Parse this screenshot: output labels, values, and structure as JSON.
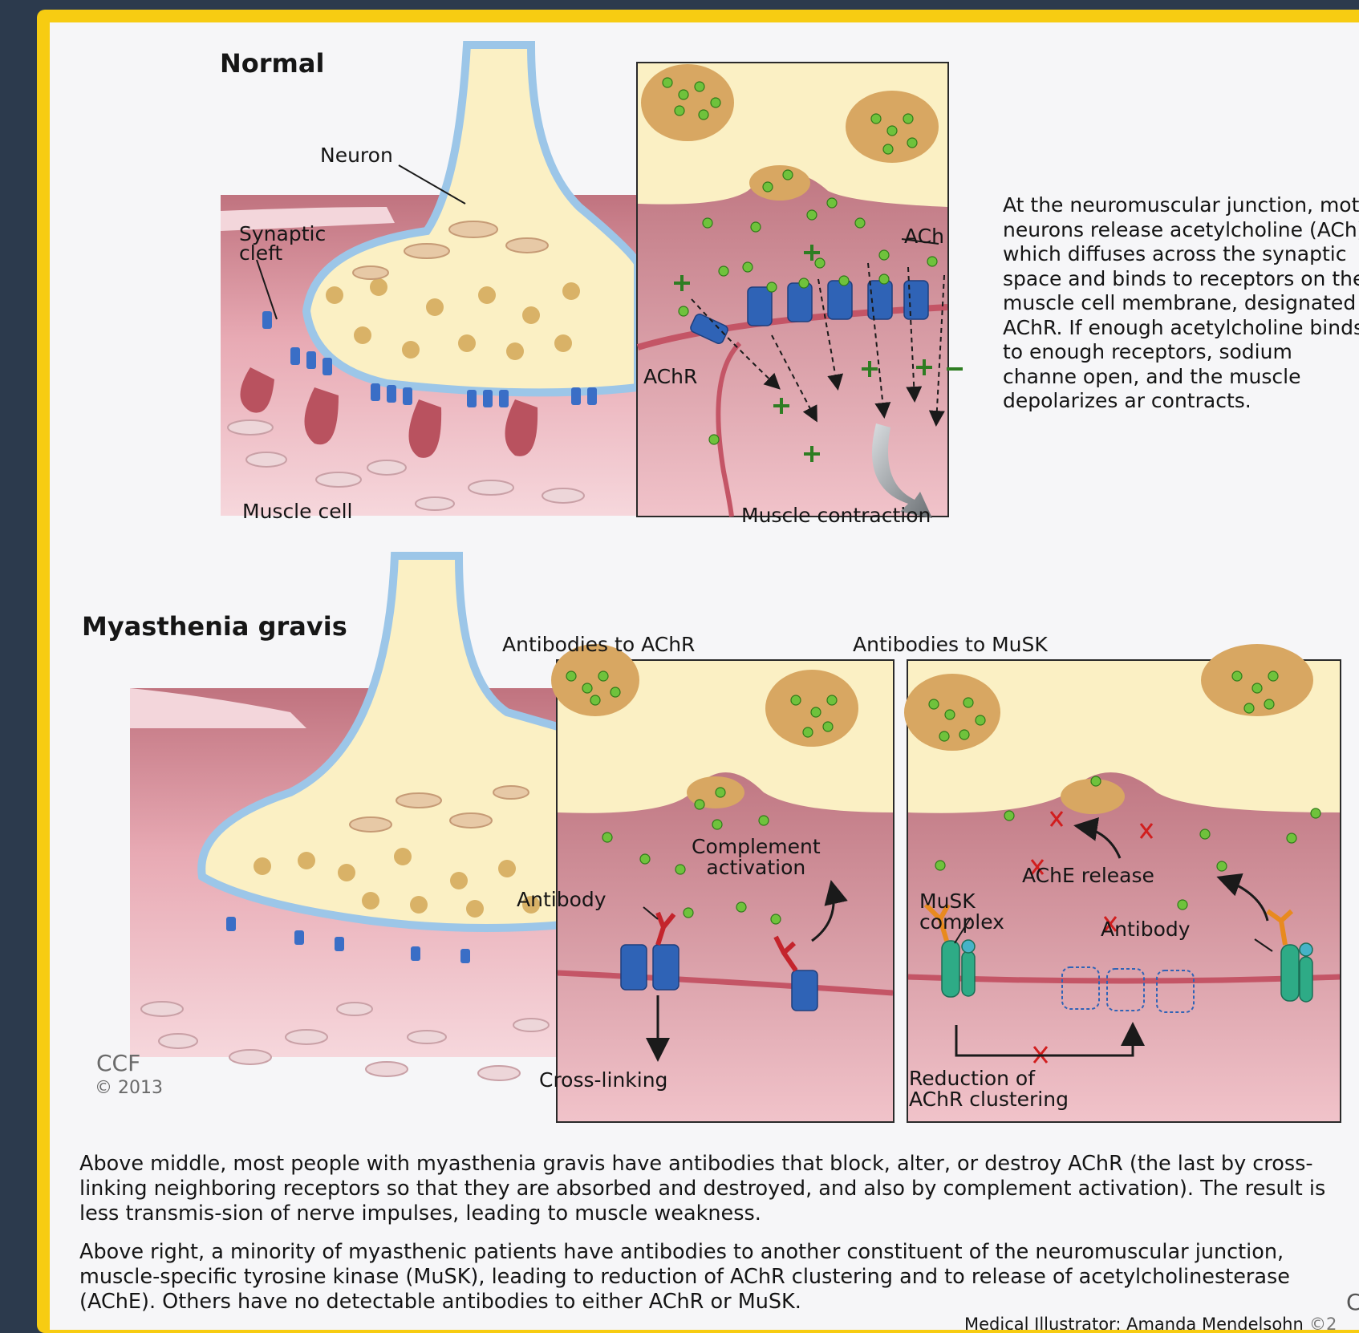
{
  "normal": {
    "title": "Normal",
    "labels": {
      "neuron": "Neuron",
      "synaptic_cleft": "Synaptic\ncleft",
      "muscle_cell": "Muscle cell",
      "ach": "ACh",
      "achr": "AChR",
      "muscle_contraction": "Muscle contraction"
    },
    "description": "At the neuromuscular junction, mot neurons release acetylcholine (ACh) which diffuses across the synaptic space and binds to receptors on the muscle cell membrane, designated AChR. If enough acetylcholine binds to enough receptors, sodium channe open, and the muscle depolarizes ar contracts."
  },
  "mg": {
    "title": "Myasthenia gravis",
    "copyright": {
      "ccf": "CCF",
      "year": "© 2013"
    },
    "achr_panel": {
      "heading": "Antibodies to AChR",
      "antibody": "Antibody",
      "complement": "Complement\nactivation",
      "cross_linking": "Cross-linking"
    },
    "musk_panel": {
      "heading": "Antibodies to MuSK",
      "musk_complex": "MuSK\ncomplex",
      "ache_release": "AChE release",
      "antibody": "Antibody",
      "reduction": "Reduction of\nAChR clustering"
    }
  },
  "captions": [
    "Above middle, most people with myasthenia gravis have antibodies that block, alter, or destroy AChR (the last by cross-linking neighboring receptors so that they are absorbed and destroyed, and also by complement activation). The result is less transmis-sion of nerve impulses, leading to muscle weakness.",
    "Above right, a minority of myasthenic patients have antibodies to another constituent of the neuromuscular junction, muscle-specific tyrosine kinase (MuSK), leading to reduction of AChR clustering and to release of acetylcholinesterase (AChE). Others have no detectable antibodies to either AChR or MuSK."
  ],
  "credit": "Medical Illustrator: Amanda Mendelsohn",
  "credit_cut": "©2",
  "corner_cut": "C",
  "colors": {
    "frame": "#f7cc12",
    "background": "#2c3a4d",
    "neuron": "#fbf0c4",
    "muscle": "#ecb1bb",
    "vesicle_dot": "#6fc23c",
    "receptor": "#3a6ec6",
    "antibody": "#c4242c"
  }
}
